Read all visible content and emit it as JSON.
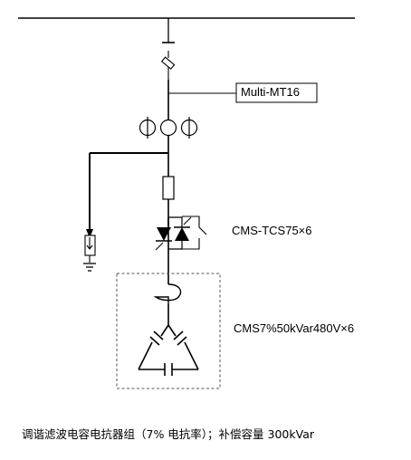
{
  "labels": {
    "breaker": "Multi-MT16",
    "thyristor_switch": "CMS-TCS75×6",
    "capacitor": "CMS7%50kVar480V×6"
  },
  "caption": "调谐滤波电容电抗器组（7% 电抗率）；补偿容量 300kVar",
  "colors": {
    "line": "#000000",
    "dashed_box": "#555555",
    "background": "#ffffff"
  }
}
